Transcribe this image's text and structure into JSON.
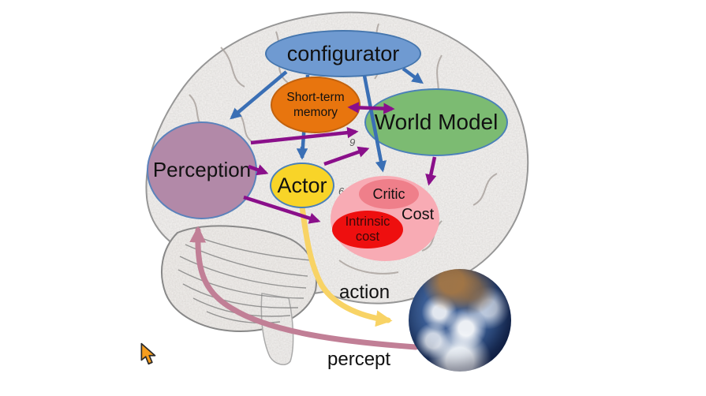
{
  "modules": {
    "configurator": {
      "label": "configurator",
      "fill": "#6f9ad1"
    },
    "short_term_memory": {
      "line1": "Short-term",
      "line2": "memory",
      "fill": "#e8750e"
    },
    "world_model": {
      "label": "World Model",
      "fill": "#7cbb72"
    },
    "perception": {
      "label": "Perception",
      "fill": "#b289a8"
    },
    "actor": {
      "label": "Actor",
      "fill": "#f8d428"
    },
    "cost": {
      "label": "Cost",
      "fill": "#f8abb4"
    },
    "critic": {
      "label": "Critic",
      "fill": "#ef7f8a"
    },
    "intrinsic_cost": {
      "line1": "Intrinsic",
      "line2": "cost",
      "fill": "#ee0f0f"
    }
  },
  "flow_labels": {
    "action": "action",
    "percept": "percept"
  },
  "brain_annotations": {
    "area_9": "9",
    "area_6": "6"
  },
  "colors": {
    "configurator_arrows": "#3a6fb5",
    "module_arrows": "#8a0f8a",
    "action_arrow": "#f8d365",
    "percept_arrow": "#c17f96",
    "earth_ocean": "#1d3765",
    "cursor": "#f59d1e"
  }
}
